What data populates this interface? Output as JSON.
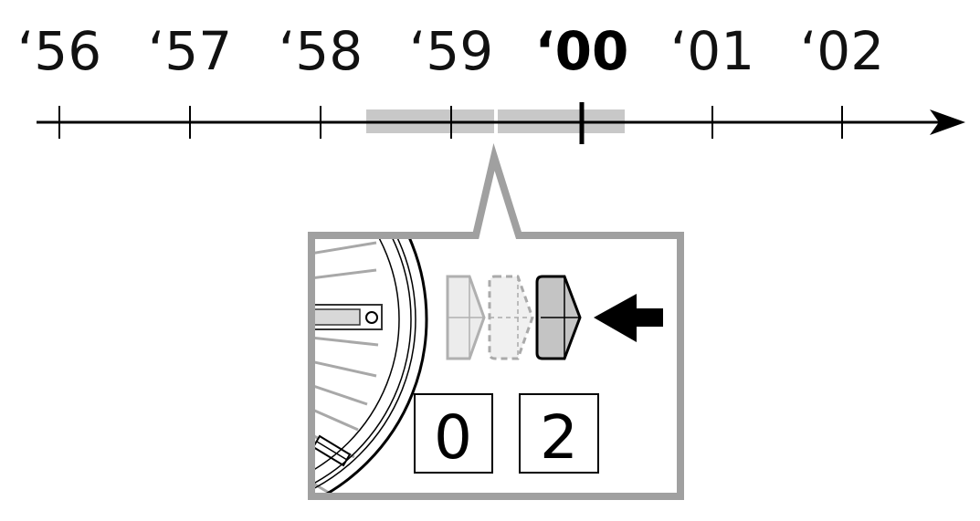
{
  "timeline": {
    "years": [
      "‘56",
      "‘57",
      "‘58",
      "‘59",
      "‘00",
      "‘01",
      "‘02"
    ],
    "current_index": 4,
    "highlight_color": "#c8c8c8"
  },
  "callout": {
    "date_digits": [
      "0",
      "2"
    ],
    "frame_color": "#a0a0a0",
    "crown_positions": [
      "normal",
      "intermediate",
      "pulled-out"
    ],
    "arrow_direction": "push-in"
  }
}
